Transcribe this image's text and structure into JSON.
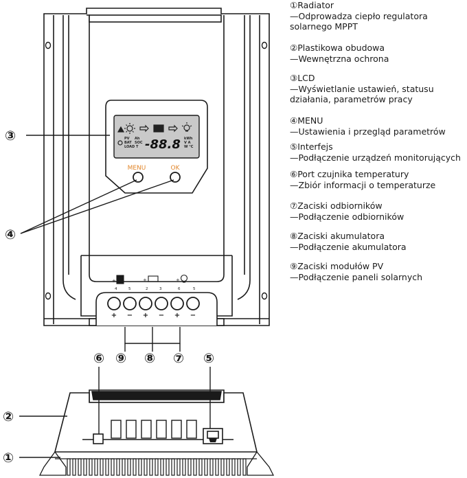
{
  "legend": [
    {
      "title": "①Radiator",
      "desc": [
        "—Odprowadza ciepło regulatora",
        "solarnego MPPT"
      ]
    },
    {
      "title": "②Plastikowa obudowa",
      "desc": [
        "—Wewnętrzna ochrona"
      ]
    },
    {
      "title": "③LCD",
      "desc": [
        "—Wyświetlanie ustawień, statusu",
        "działania, parametrów pracy"
      ]
    },
    {
      "title": "④MENU",
      "desc": [
        "—Ustawienia i przegląd parametrów"
      ]
    },
    {
      "title": "⑤Interfejs",
      "desc": [
        "—Podłączenie urządzeń monitorujących"
      ]
    },
    {
      "title": "⑥Port czujnika temperatury",
      "desc": [
        "—Zbiór informacji o temperaturze"
      ]
    },
    {
      "title": "⑦Zaciski odbiorników",
      "desc": [
        "—Podłączenie odbiorników"
      ]
    },
    {
      "title": "⑧Zaciski akumulatora",
      "desc": [
        "—Podłączenie akumulatora"
      ]
    },
    {
      "title": "⑨Zaciski modułów PV",
      "desc": [
        "—Podłączenie paneli solarnych"
      ]
    }
  ],
  "callouts": {
    "n1": "①",
    "n2": "②",
    "n3": "③",
    "n4": "④",
    "n5": "⑤",
    "n6": "⑥",
    "n7": "⑦",
    "n8": "⑧",
    "n9": "⑨"
  },
  "buttons": {
    "menu": "MENU",
    "ok": "OK"
  },
  "lcd": {
    "reading": "-88.8",
    "left_labels": [
      "PV",
      "BAT",
      "LOAD"
    ],
    "mid_labels": [
      "Ah",
      "SOC",
      "T"
    ],
    "right_labels": [
      "kWh",
      "V A",
      "W °C"
    ]
  },
  "terminals": {
    "numbers": [
      "4",
      "5",
      "2",
      "3",
      "6",
      "5"
    ],
    "signs": [
      "+",
      "−",
      "+",
      "−",
      "+",
      "−"
    ]
  },
  "colors": {
    "accent": "#e2862a",
    "lcd": "#c9c9c9",
    "line": "#1a1a1a"
  }
}
